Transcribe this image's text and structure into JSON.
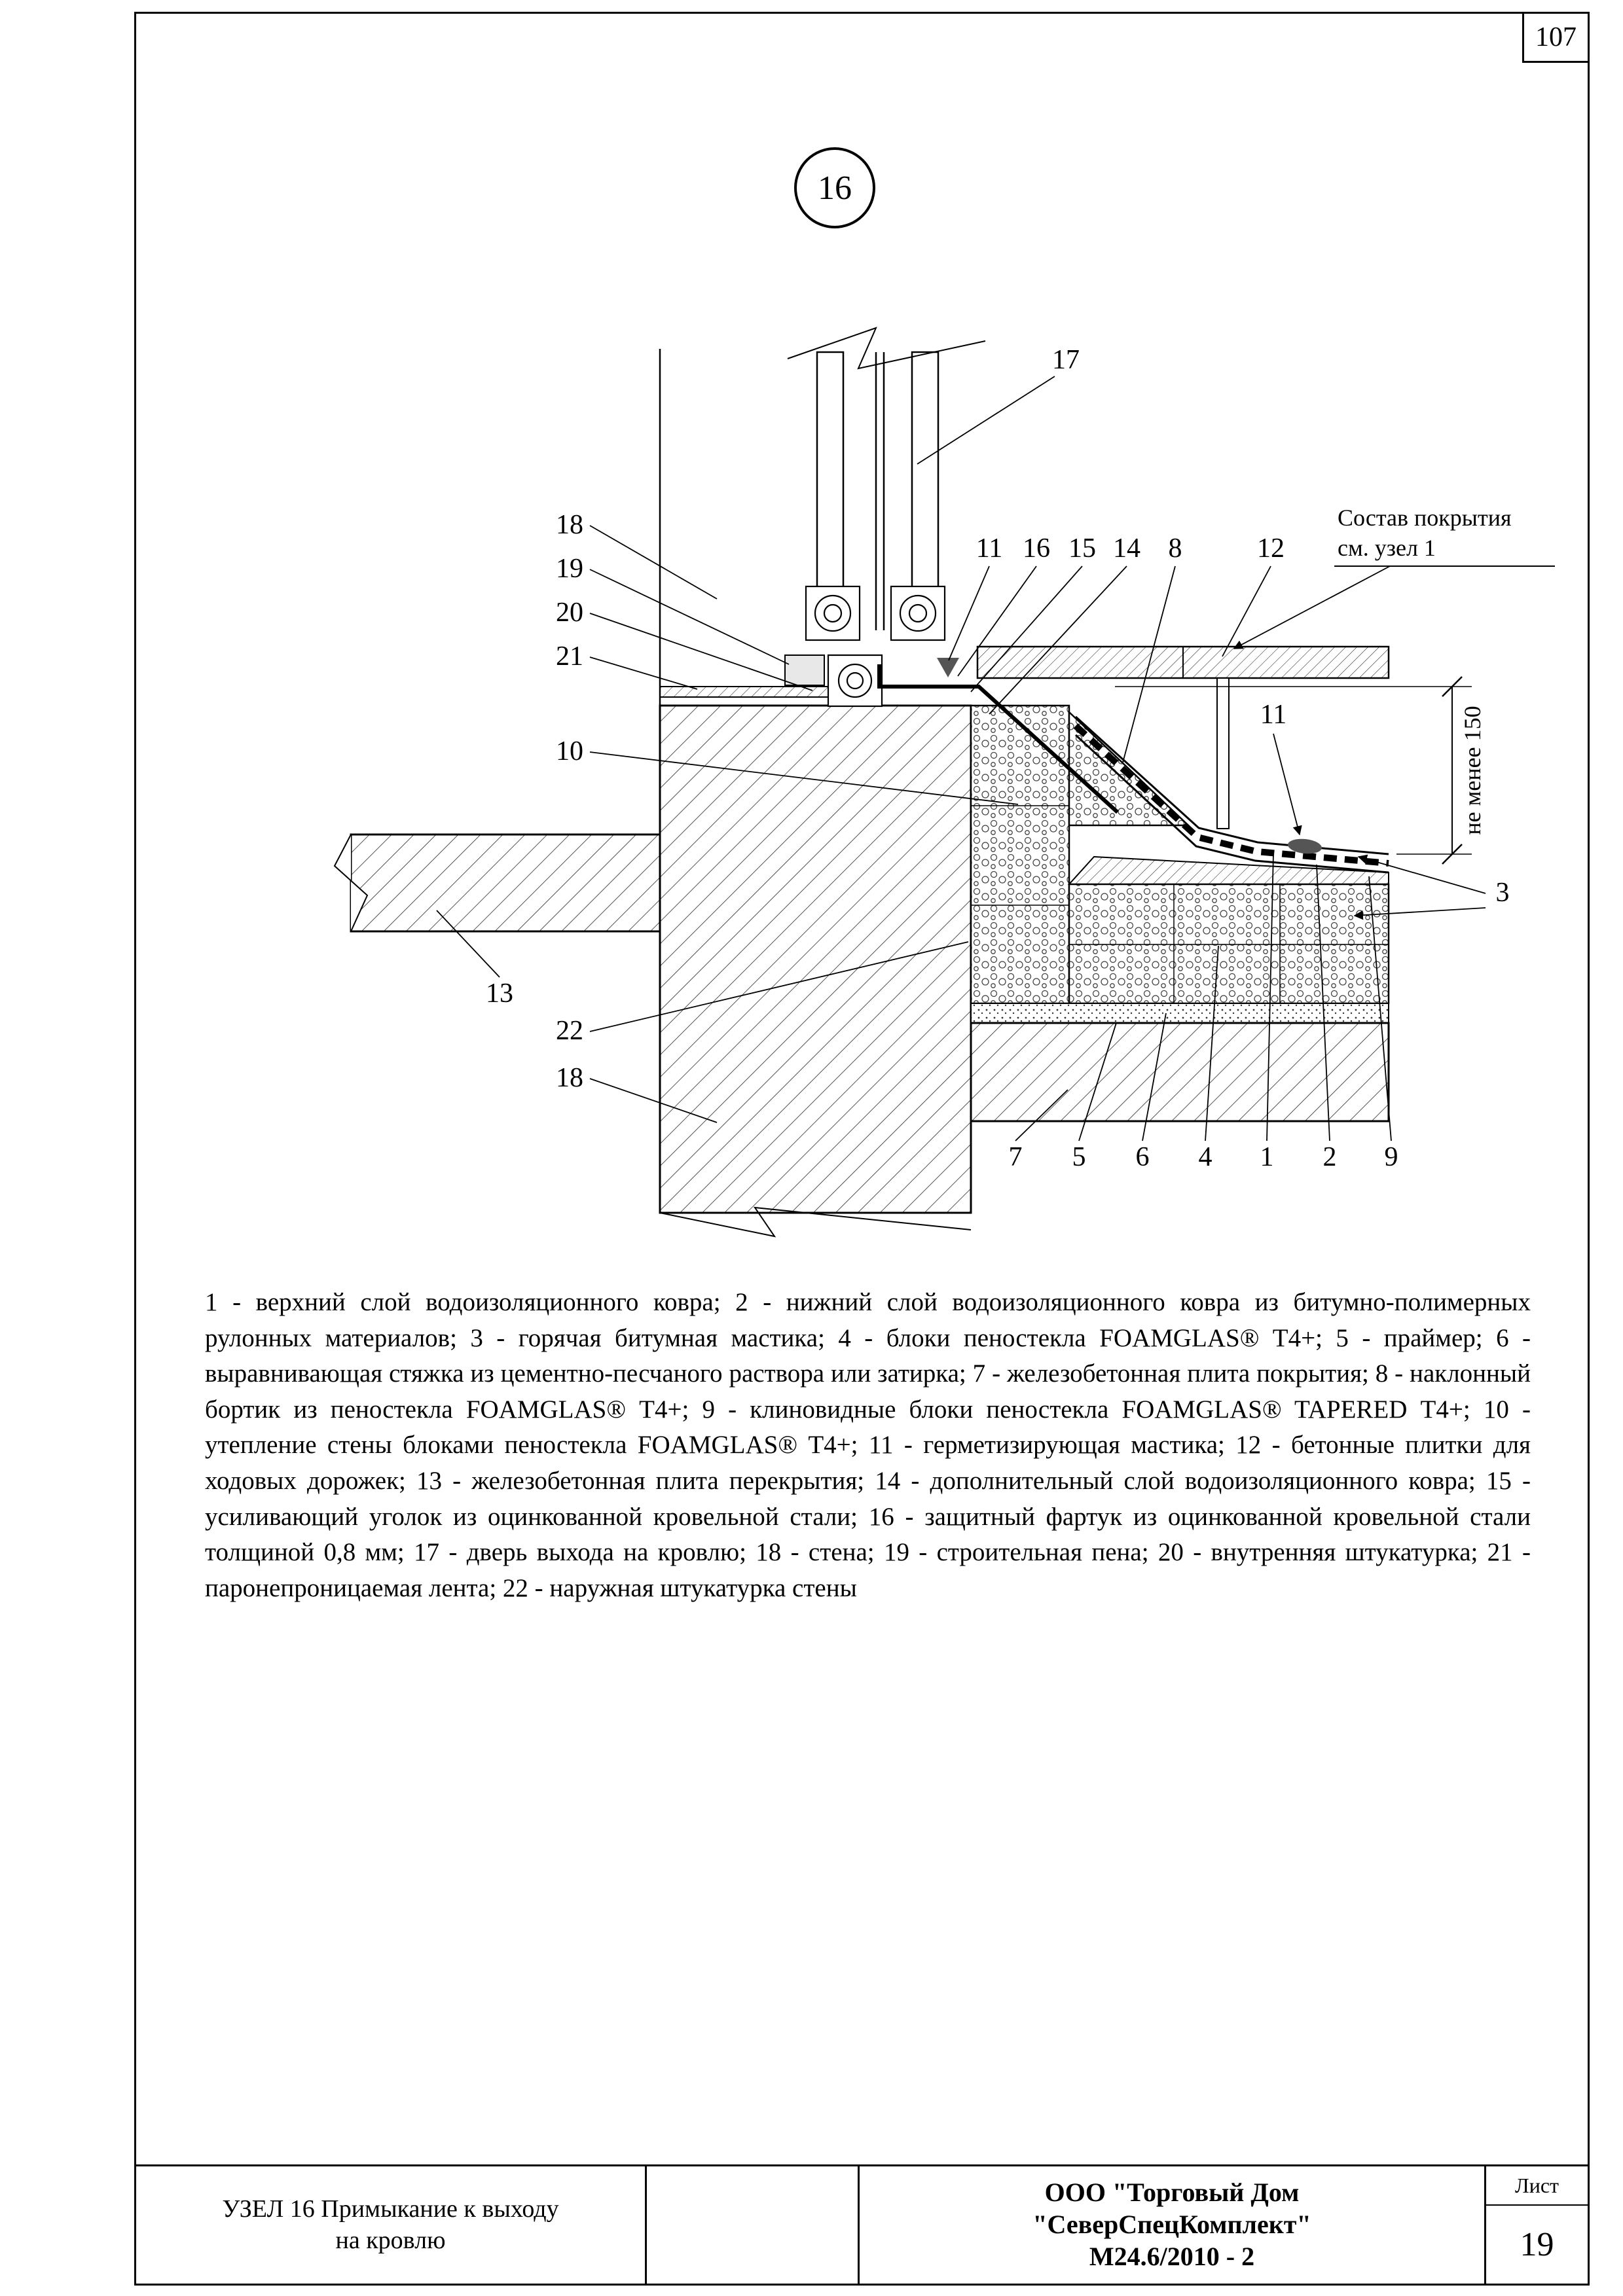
{
  "page": {
    "number": "107",
    "sheet_label": "Лист",
    "sheet_number": "19"
  },
  "node": {
    "number": "16"
  },
  "annotations": {
    "coating_note_line1": "Состав покрытия",
    "coating_note_line2": "см. узел 1",
    "dimension_note": "не менее 150"
  },
  "drawing": {
    "callouts": [
      "17",
      "18",
      "19",
      "20",
      "21",
      "10",
      "13",
      "22",
      "18",
      "11",
      "16",
      "15",
      "14",
      "8",
      "12",
      "11",
      "3",
      "7",
      "5",
      "6",
      "4",
      "1",
      "2",
      "9"
    ]
  },
  "legend": {
    "items": [
      "1 - верхний слой водоизоляционного ковра",
      "2 - нижний слой водоизоляционного ковра из битумно-полимерных рулонных материалов",
      "3 - горячая битумная мастика",
      "4 - блоки пеностекла FOAMGLAS® Т4+",
      "5 - праймер",
      "6 - выравнивающая стяжка из цементно-песчаного раствора или затирка",
      "7 - железобетонная плита покрытия",
      "8 - наклонный бортик из пеностекла FOAMGLAS® Т4+",
      "9 - клиновидные блоки пеностекла FOAMGLAS® TAPERED Т4+",
      "10 - утепление стены блоками пеностекла FOAMGLAS® Т4+",
      "11 - герметизирующая мастика",
      "12 - бетонные плитки для ходовых дорожек",
      "13 - железобетонная плита перекрытия",
      "14 - дополнительный слой водоизоляционного ковра",
      "15 - усиливающий уголок из оцинкованной кровельной стали",
      "16 - защитный фартук из оцинкованной кровельной стали толщиной 0,8 мм",
      "17 - дверь выхода на кровлю",
      "18 - стена",
      "19 - строительная пена",
      "20 - внутренняя штукатурка",
      "21 - паронепроницаемая лента",
      "22 - наружная штукатурка стены"
    ]
  },
  "footer": {
    "title_line1": "УЗЕЛ 16 Примыкание к выходу",
    "title_line2": "на кровлю",
    "company_line1": "ООО \"Торговый Дом",
    "company_line2": "\"СеверСпецКомплект\"",
    "company_line3": "М24.6/2010 - 2"
  }
}
